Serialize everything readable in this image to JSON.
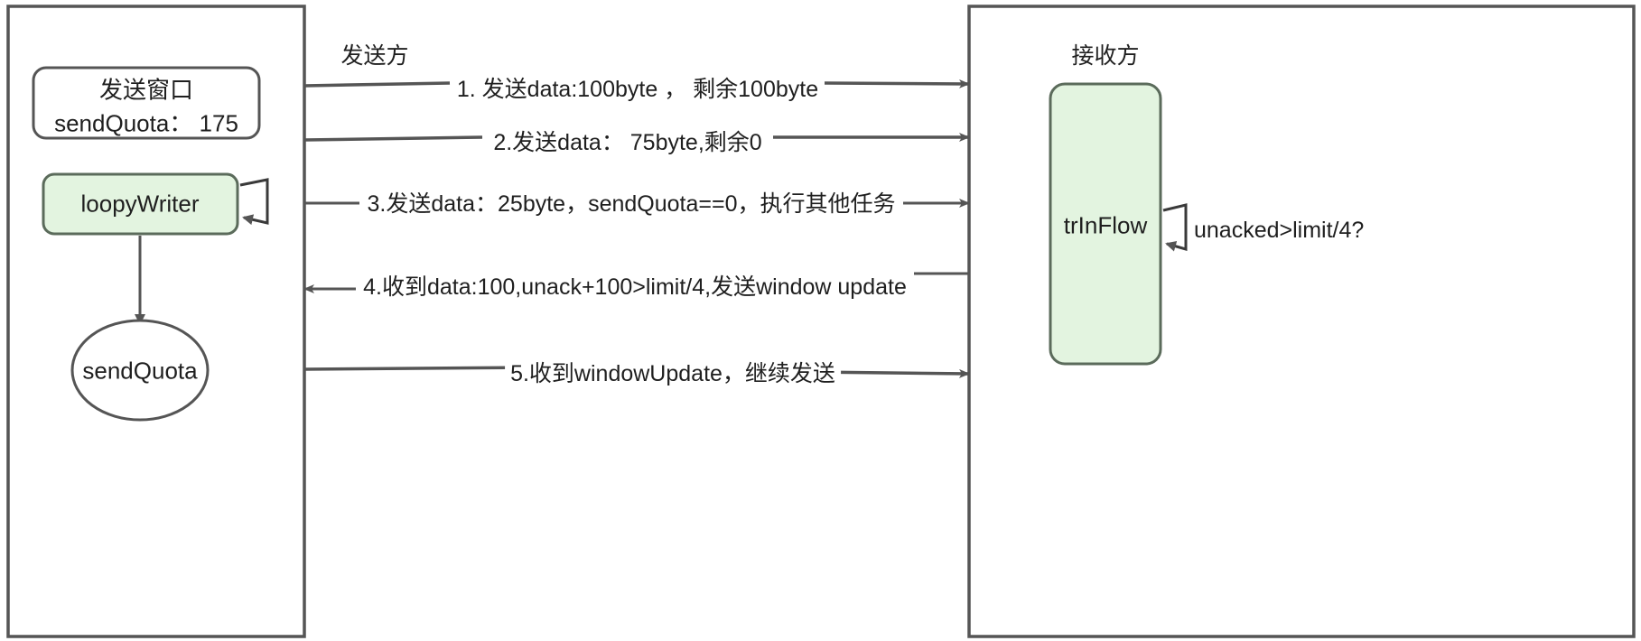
{
  "diagram": {
    "title_sender": "发送方",
    "title_receiver": "接收方",
    "colors": {
      "stroke": "#555555",
      "text": "#1f1f1f",
      "green_fill": "#e3f4e0",
      "green_stroke": "#5b6b5b",
      "background": "#ffffff"
    }
  },
  "sender": {
    "panel_name": "sender-panel",
    "label": "发送方",
    "window_box": {
      "line1": "发送窗口",
      "line2": "sendQuota： 175"
    },
    "loopy_writer": {
      "label": "loopyWriter",
      "self_loop": true
    },
    "send_quota_node": {
      "label": "sendQuota"
    }
  },
  "receiver": {
    "panel_name": "receiver-panel",
    "label": "接收方",
    "tr_in_flow": {
      "label": "trInFlow",
      "self_loop_label": "unacked>limit/4?"
    }
  },
  "messages": [
    {
      "index": 1,
      "text": "1. 发送data:100byte ， 剩余100byte",
      "direction": "right"
    },
    {
      "index": 2,
      "text": "2.发送data： 75byte,剩余0",
      "direction": "right"
    },
    {
      "index": 3,
      "text": "3.发送data：25byte，sendQuota==0，执行其他任务",
      "direction": "right"
    },
    {
      "index": 4,
      "text": "4.收到data:100,unack+100>limit/4,发送window update",
      "direction": "left"
    },
    {
      "index": 5,
      "text": "5.收到windowUpdate，继续发送",
      "direction": "right"
    }
  ]
}
